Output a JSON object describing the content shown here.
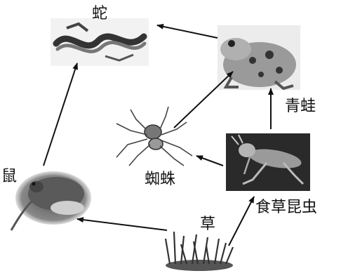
{
  "nodes": {
    "snake": {
      "label": "蛇",
      "icon": "snake-icon"
    },
    "frog": {
      "label": "青蛙",
      "icon": "frog-icon"
    },
    "spider": {
      "label": "蜘蛛",
      "icon": "spider-icon"
    },
    "grasshopper": {
      "label": "食草昆虫",
      "icon": "grasshopper-icon"
    },
    "mouse": {
      "label": "鼠",
      "icon": "mouse-icon"
    },
    "grass": {
      "label": "草",
      "icon": "grass-icon"
    }
  },
  "edges": [
    {
      "from": "frog",
      "to": "snake"
    },
    {
      "from": "spider",
      "to": "frog"
    },
    {
      "from": "grasshopper",
      "to": "frog"
    },
    {
      "from": "grasshopper",
      "to": "spider"
    },
    {
      "from": "mouse",
      "to": "snake"
    },
    {
      "from": "grass",
      "to": "mouse"
    },
    {
      "from": "grass",
      "to": "grasshopper"
    }
  ]
}
